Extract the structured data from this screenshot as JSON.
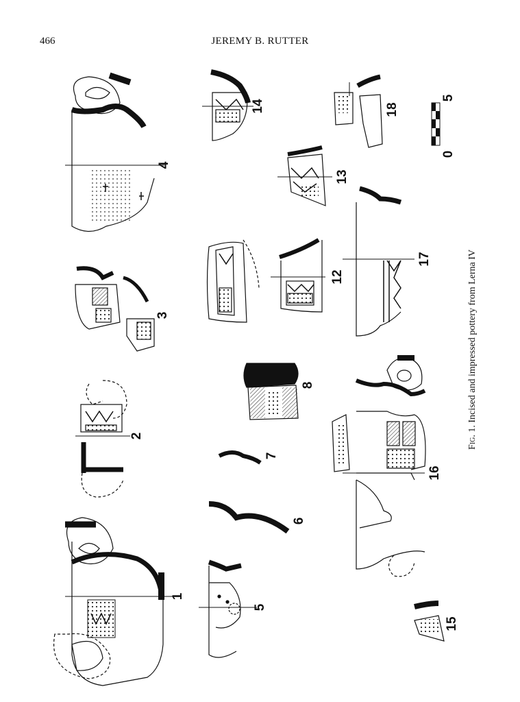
{
  "header": {
    "page_number": "466",
    "running_head": "JEREMY B. RUTTER"
  },
  "figure_labels": [
    "1",
    "2",
    "3",
    "4",
    "5",
    "6",
    "7",
    "8",
    "12",
    "13",
    "14",
    "15",
    "16",
    "17",
    "18"
  ],
  "scale": {
    "min": "0",
    "max": "5"
  },
  "caption": {
    "lead": "Fig. 1.",
    "text": " Incised and impressed pottery from Lerna IV"
  }
}
